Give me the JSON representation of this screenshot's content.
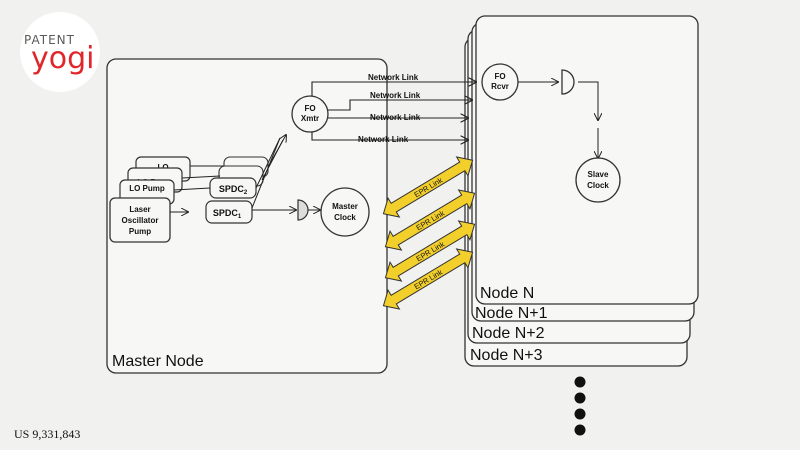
{
  "logo": {
    "line1": "PATENT",
    "line2": "yogi"
  },
  "footer": {
    "patent_number": "US 9,331,843"
  },
  "master": {
    "label": "Master Node",
    "lo_boxes": [
      {
        "label": "LO"
      },
      {
        "label": "LO Pump"
      },
      {
        "label": "LO Pump"
      }
    ],
    "laser_pump": [
      "Laser",
      "Oscillator",
      "Pump"
    ],
    "spdc_upper": "SPDC",
    "spdc_upper_sub": "2",
    "spdc_lower": "SPDC",
    "spdc_lower_sub": "1",
    "fo_xmtr": [
      "FO",
      "Xmtr"
    ],
    "master_clock": [
      "Master",
      "Clock"
    ]
  },
  "network_links": [
    "Network Link",
    "Network Link",
    "Network Link",
    "Network Link"
  ],
  "epr_links": [
    "EPR Link",
    "EPR Link",
    "EPR Link",
    "EPR Link"
  ],
  "nodes": {
    "labels": [
      "Node N",
      "Node N+1",
      "Node N+2",
      "Node N+3"
    ],
    "fo_rcvr": [
      "FO",
      "Rcvr"
    ],
    "slave_clock": [
      "Slave",
      "Clock"
    ]
  },
  "colors": {
    "epr_fill": "#f3cf2c",
    "logo_red": "#e0262b"
  }
}
